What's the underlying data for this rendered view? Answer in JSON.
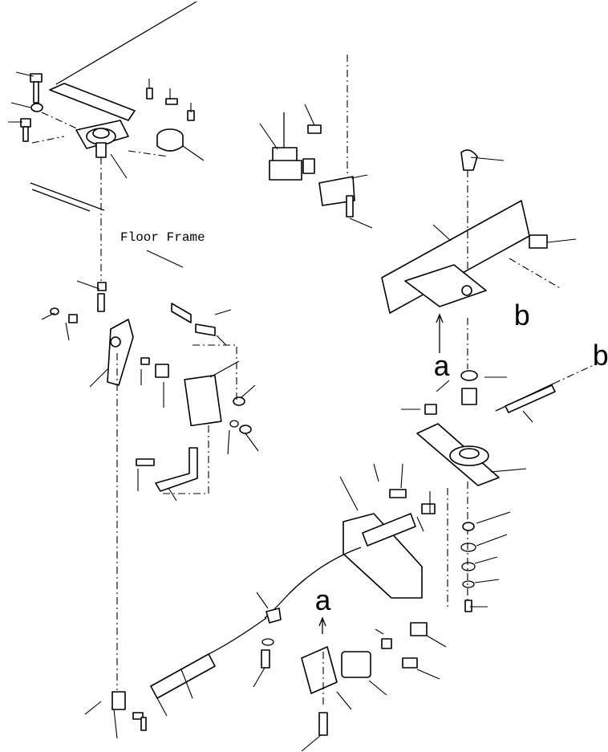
{
  "labels": {
    "floor_frame": "Floor Frame",
    "callout_a": "a",
    "callout_b": "b"
  }
}
